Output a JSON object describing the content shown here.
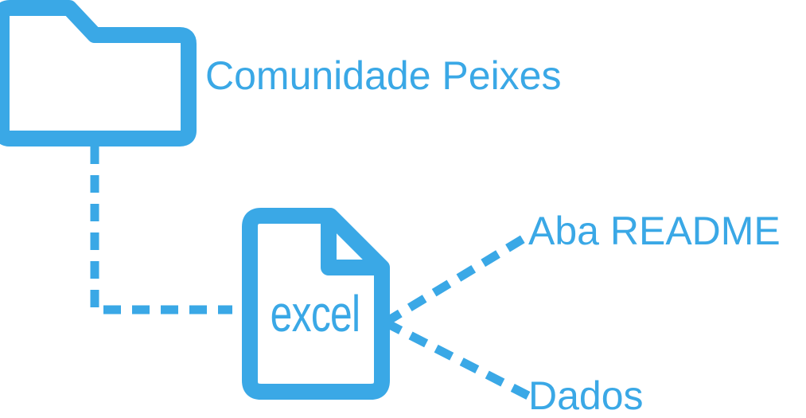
{
  "colors": {
    "accent": "#3aa8e6",
    "background": "#ffffff"
  },
  "nodes": {
    "folder": {
      "icon": "folder-icon",
      "label": "Comunidade Peixes"
    },
    "file": {
      "icon": "excel-file-icon",
      "text": "excel"
    },
    "sheets": [
      {
        "label": "Aba README"
      },
      {
        "label": "Dados"
      }
    ]
  },
  "connectors": [
    {
      "from": "folder",
      "to": "file",
      "style": "dashed"
    },
    {
      "from": "file",
      "to": "sheets.0",
      "style": "dashed"
    },
    {
      "from": "file",
      "to": "sheets.1",
      "style": "dashed"
    }
  ]
}
